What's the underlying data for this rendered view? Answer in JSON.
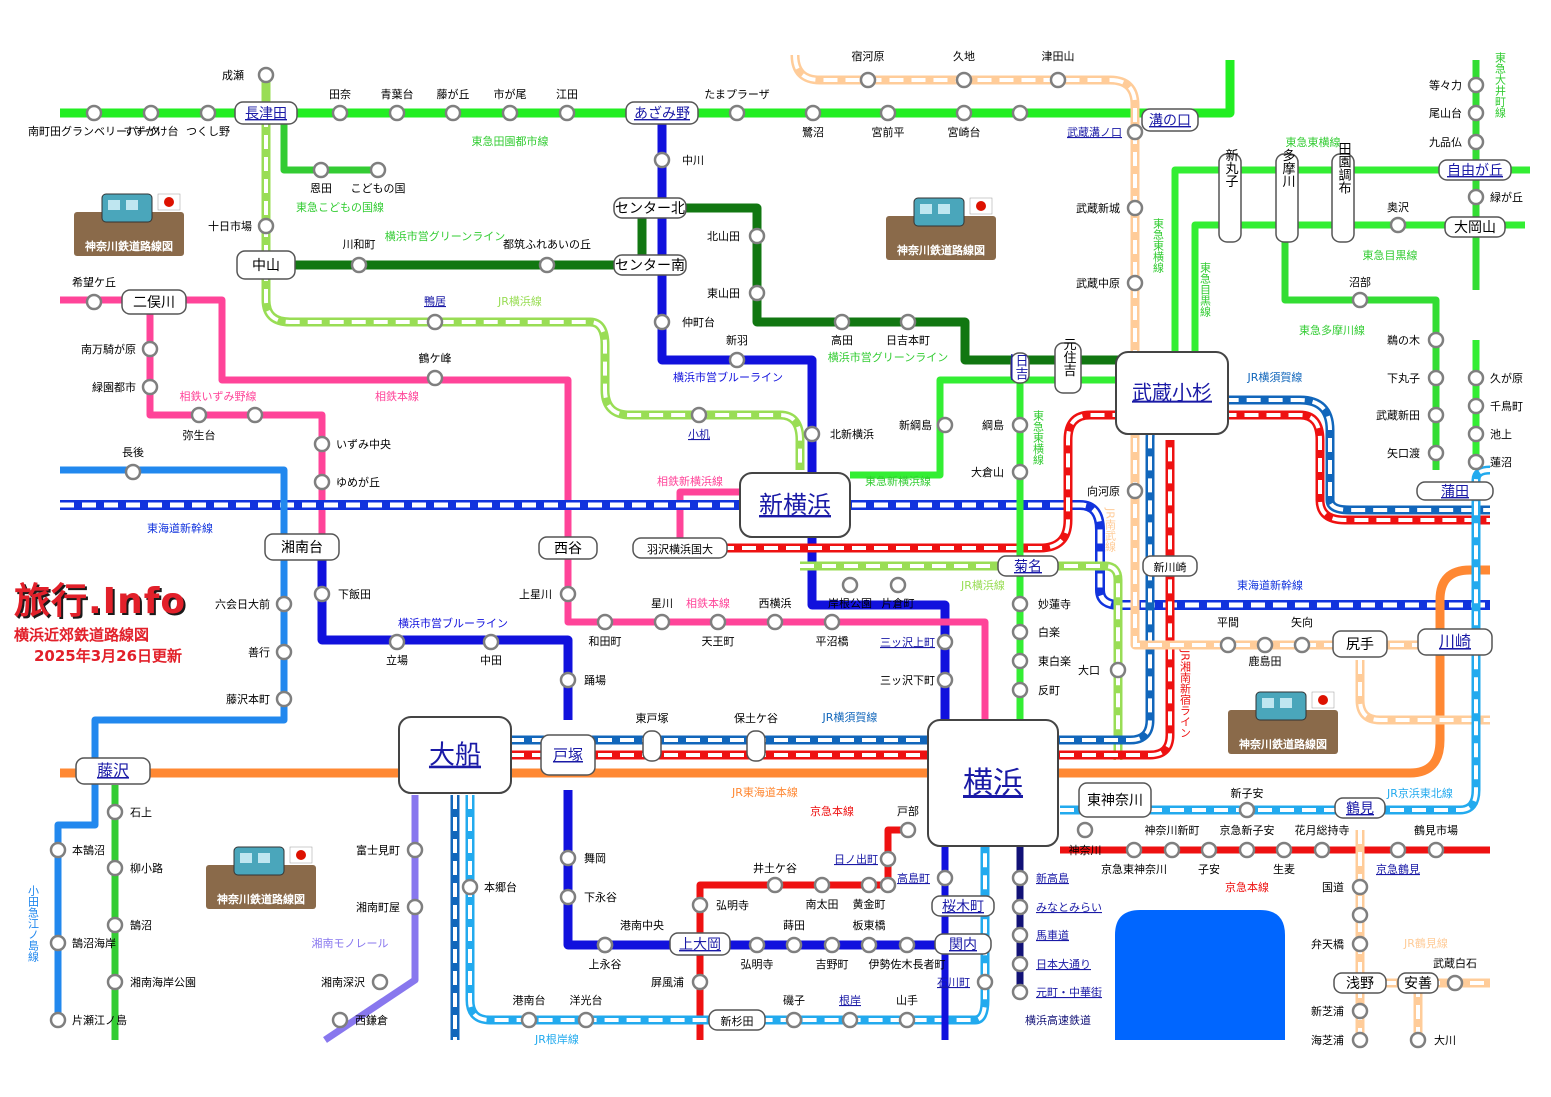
{
  "logo": {
    "brand": "旅行.Info",
    "title": "横浜近郊鉄道路線図",
    "updated": "2025年3月26日更新"
  },
  "badge_text": "神奈川鉄道路線図",
  "colors": {
    "den_en_toshi": "#22ee22",
    "kodomo": "#33cc33",
    "green_line": "#117711",
    "blue_line": "#1111dd",
    "jr_yokohama": "#99dd55",
    "sotetsu": "#ff4499",
    "shinkansen": "#1133dd",
    "keikyu": "#ee1111",
    "jr_yokosuka": "#1166bb",
    "jr_tokaido": "#ff8833",
    "jr_negishi": "#22aaee",
    "jr_nambu": "#ffcc99",
    "monorail": "#8877ee",
    "enoshima": "#2288ee",
    "toyoko": "#33ee33",
    "minatomirai": "#111177",
    "oimachi": "#33dd33",
    "tamagawa": "#33dd33"
  },
  "hubs": {
    "shin_yokohama": "新横浜",
    "musashi_kosugi": "武蔵小杉",
    "yokohama": "横浜",
    "ofuna": "大船"
  },
  "boxed": {
    "nagatsuta": "長津田",
    "azamino": "あざみ野",
    "mizonokuchi": "溝の口",
    "jiyugaoka": "自由が丘",
    "ookayama": "大岡山",
    "center_kita": "センター北",
    "center_minami": "センター南",
    "nakayama": "中山",
    "futamatagawa": "二俣川",
    "shonandai": "湘南台",
    "nishiya": "西谷",
    "hazawa": "羽沢横浜国大",
    "kikuna": "菊名",
    "shinkawasaki": "新川崎",
    "shiri": "尻手",
    "kawasaki": "川崎",
    "fujisawa": "藤沢",
    "totsuka": "戸塚",
    "kamiooka": "上大岡",
    "higashikanagawa": "東神奈川",
    "sakuragicho": "桜木町",
    "kannai": "関内",
    "tsurumi": "鶴見",
    "shinsugita": "新杉田",
    "hiyoshi": "日吉",
    "motosumiyoshi": "元住吉",
    "shinmaruko": "新丸子",
    "tamagawa_st": "多摩川",
    "denenchofu": "田園調布",
    "asano": "浅野",
    "anzen": "安善",
    "kamata": "蒲田",
    "higashitotsuka": "東戸塚",
    "hodogaya": "保土ケ谷"
  },
  "stations": [
    "成瀬",
    "南町田グランベリーパーク",
    "すずかけ台",
    "つくし野",
    "田奈",
    "青葉台",
    "藤が丘",
    "市が尾",
    "江田",
    "たまプラーザ",
    "宿河原",
    "久地",
    "津田山",
    "鷺沼",
    "宮前平",
    "宮崎台",
    "武蔵溝ノ口",
    "等々力",
    "尾山台",
    "九品仏",
    "緑が丘",
    "中川",
    "恩田",
    "こどもの国",
    "十日市場",
    "奥沢",
    "北山田",
    "武蔵新城",
    "川和町",
    "都筑ふれあいの丘",
    "東山田",
    "沼部",
    "希望ケ丘",
    "鴨居",
    "仲町台",
    "高田",
    "日吉本町",
    "武蔵中原",
    "南万騎が原",
    "新羽",
    "鵜の木",
    "鶴ケ峰",
    "緑園都市",
    "下丸子",
    "久が原",
    "千鳥町",
    "新綱島",
    "綱島",
    "弥生台",
    "小机",
    "武蔵新田",
    "いずみ中央",
    "北新横浜",
    "池上",
    "長後",
    "大倉山",
    "矢口渡",
    "蓮沼",
    "ゆめが丘",
    "向河原",
    "上星川",
    "妙蓮寺",
    "六会日大前",
    "下飯田",
    "星川",
    "西横浜",
    "岸根公園",
    "片倉町",
    "平間",
    "矢向",
    "和田町",
    "天王町",
    "平沼橋",
    "白楽",
    "鹿島田",
    "善行",
    "立場",
    "中田",
    "三ッ沢上町",
    "東白楽",
    "大口",
    "踊場",
    "三ッ沢下町",
    "反町",
    "藤沢本町",
    "石上",
    "柳小路",
    "鵠沼",
    "本鵠沼",
    "鵠沼海岸",
    "湘南海岸公園",
    "片瀬江ノ島",
    "富士見町",
    "湘南町屋",
    "湘南深沢",
    "西鎌倉",
    "本郷台",
    "舞岡",
    "下永谷",
    "戸部",
    "神奈川",
    "新子安",
    "神奈川新町",
    "京急新子安",
    "花月総持寺",
    "鶴見市場",
    "京急東神奈川",
    "子安",
    "生麦",
    "京急鶴見",
    "日ノ出町",
    "井土ケ谷",
    "南太田",
    "黄金町",
    "高島町",
    "弘明寺",
    "蒔田",
    "板東橋",
    "港南中央",
    "上永谷",
    "吉野町",
    "伊勢佐木長者町",
    "屏風浦",
    "港南台",
    "洋光台",
    "磯子",
    "根岸",
    "山手",
    "石川町",
    "新高島",
    "みなとみらい",
    "馬車道",
    "日本大通り",
    "元町・中華街",
    "国道",
    "弁天橋",
    "武蔵白石",
    "新芝浦",
    "海芝浦",
    "大川"
  ],
  "lines": {
    "den_en_toshi": "東急田園都市線",
    "kodomo": "東急こどもの国線",
    "green1": "横浜市営グリーンライン",
    "green2": "横浜市営グリーンライン",
    "jr_yokohama": "JR横浜線",
    "jr_yokohama2": "JR横浜線",
    "sotetsu_main": "相鉄本線",
    "sotetsu_izumino": "相鉄いずみ野線",
    "sotetsu_main2": "相鉄本線",
    "sotetsu_shinyoko": "相鉄新横浜線",
    "blue1": "横浜市営ブルーライン",
    "blue2": "横浜市営ブルーライン",
    "tokaido_shinkansen": "東海道新幹線",
    "tokaido_shinkansen2": "東海道新幹線",
    "toyoko": "東急東横線",
    "toyoko2": "東急東横線",
    "meguro": "東急目黒線",
    "meguro2": "東急目黒線",
    "tamagawa": "東急多摩川線",
    "shinyoko_tokyu": "東急新横浜線",
    "oimachi": "東急大井町線",
    "jr_yokosuka": "JR横須賀線",
    "jr_yokosuka2": "JR横須賀線",
    "jr_tokaido": "JR東海道本線",
    "keikyu": "京急本線",
    "keikyu2": "京急本線",
    "shonan_shinjuku": "JR湘南新宿ライン",
    "jr_nambu": "JR南武線",
    "jr_negishi": "JR根岸線",
    "keihin_tohoku": "JR京浜東北線",
    "tsurumi": "JR鶴見線",
    "monorail": "湘南モノレール",
    "enoshima": "小田急江ノ島線",
    "minatomirai": "横浜高速鉄道"
  }
}
